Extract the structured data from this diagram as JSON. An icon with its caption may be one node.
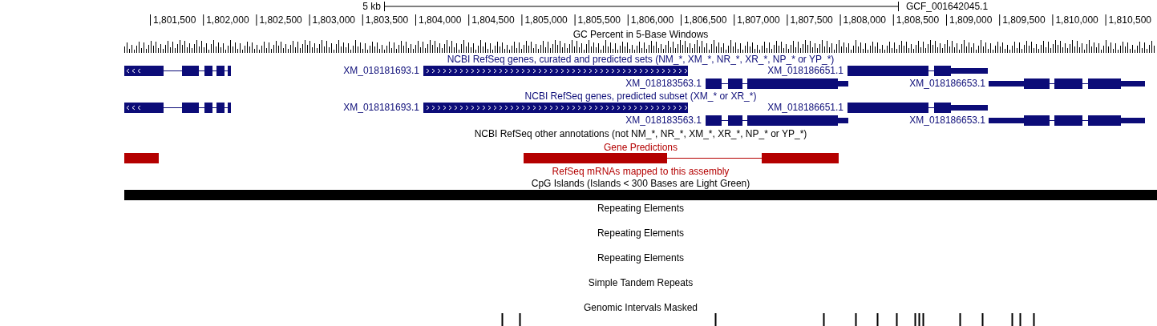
{
  "diagram": {
    "labels": [
      "5 kb",
      "GCF_001642045.1",
      "1,801,500",
      "1,802,000",
      "1,802,500",
      "1,803,000",
      "1,803,500",
      "1,804,000",
      "1,804,500",
      "1,805,000",
      "1,805,500",
      "1,806,000",
      "1,806,500",
      "1,807,000",
      "1,807,500",
      "1,808,000",
      "1,808,500",
      "1,809,000",
      "1,809,500",
      "1,810,000",
      "1,810,500",
      "GC Percent in 5-Base Windows",
      "NCBI RefSeq genes, curated and predicted sets (NM_*, XM_*, NR_*, XR_*, NP_* or YP_*)",
      "XM_018181693.1",
      "XM_018186651.1",
      "XM_018183563.1",
      "XM_018186653.1",
      "NCBI RefSeq genes, predicted subset (XM_* or XR_*)",
      "XM_018181693.1",
      "XM_018186651.1",
      "XM_018183563.1",
      "XM_018186653.1",
      "NCBI RefSeq other annotations (not NM_*, NR_*, XM_*, XR_*, NP_* or YP_*)",
      "Gene Predictions",
      "RefSeq mRNAs mapped to this assembly",
      "CpG Islands (Islands < 300 Bases are Light Green)",
      "Repeating Elements",
      "Repeating Elements",
      "Repeating Elements",
      "Simple Tandem Repeats",
      "Genomic Intervals Masked"
    ]
  }
}
